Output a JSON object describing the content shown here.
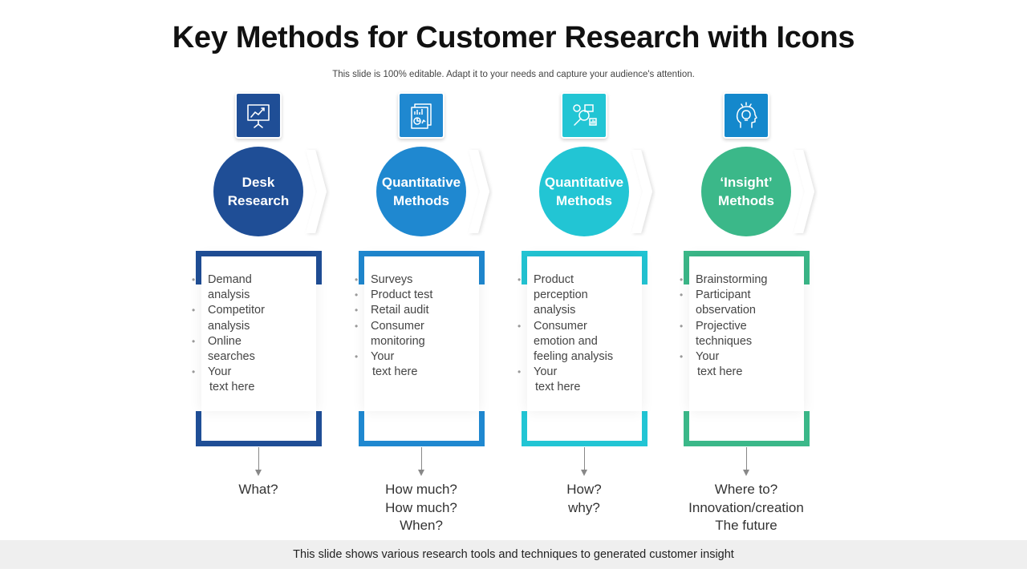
{
  "title": "Key Methods for Customer Research with Icons",
  "subtitle": "This slide is 100% editable. Adapt it to your needs and capture your audience's attention.",
  "columns": [
    {
      "color": "#1f4e96",
      "icon": "presentation-board-icon",
      "heading": [
        "Desk",
        "Research"
      ],
      "items": [
        [
          "Demand",
          "analysis"
        ],
        [
          "Competitor",
          "analysis"
        ],
        [
          "Online",
          "searches"
        ],
        [
          "Your",
          "text here"
        ]
      ],
      "question": [
        "What?"
      ]
    },
    {
      "color": "#1f88d0",
      "icon": "report-charts-icon",
      "heading": [
        "Quantitative",
        "Methods"
      ],
      "items": [
        [
          "Surveys"
        ],
        [
          "Product test"
        ],
        [
          "Retail audit"
        ],
        [
          "Consumer",
          "monitoring"
        ],
        [
          "Your",
          "text here"
        ]
      ],
      "question": [
        "How much?",
        "How much?",
        "When?"
      ]
    },
    {
      "color": "#22c5d4",
      "icon": "data-search-icon",
      "heading": [
        "Quantitative",
        "Methods"
      ],
      "items": [
        [
          "Product",
          "perception",
          "analysis"
        ],
        [
          "Consumer",
          "emotion and",
          "feeling analysis"
        ],
        [
          "Your",
          "text here"
        ]
      ],
      "question": [
        "How?",
        "why?"
      ]
    },
    {
      "color": "#3bb889",
      "icon_box_color": "#1488cc",
      "icon": "head-lightbulb-icon",
      "heading": [
        "‘Insight’",
        "Methods"
      ],
      "items": [
        [
          "Brainstorming"
        ],
        [
          "Participant",
          "observation"
        ],
        [
          "Projective",
          "techniques"
        ],
        [
          "Your",
          "text here"
        ]
      ],
      "question": [
        "Where to?",
        "Innovation/creation",
        "The future"
      ]
    }
  ],
  "footer": "This slide shows various research tools and techniques to generated customer insight"
}
